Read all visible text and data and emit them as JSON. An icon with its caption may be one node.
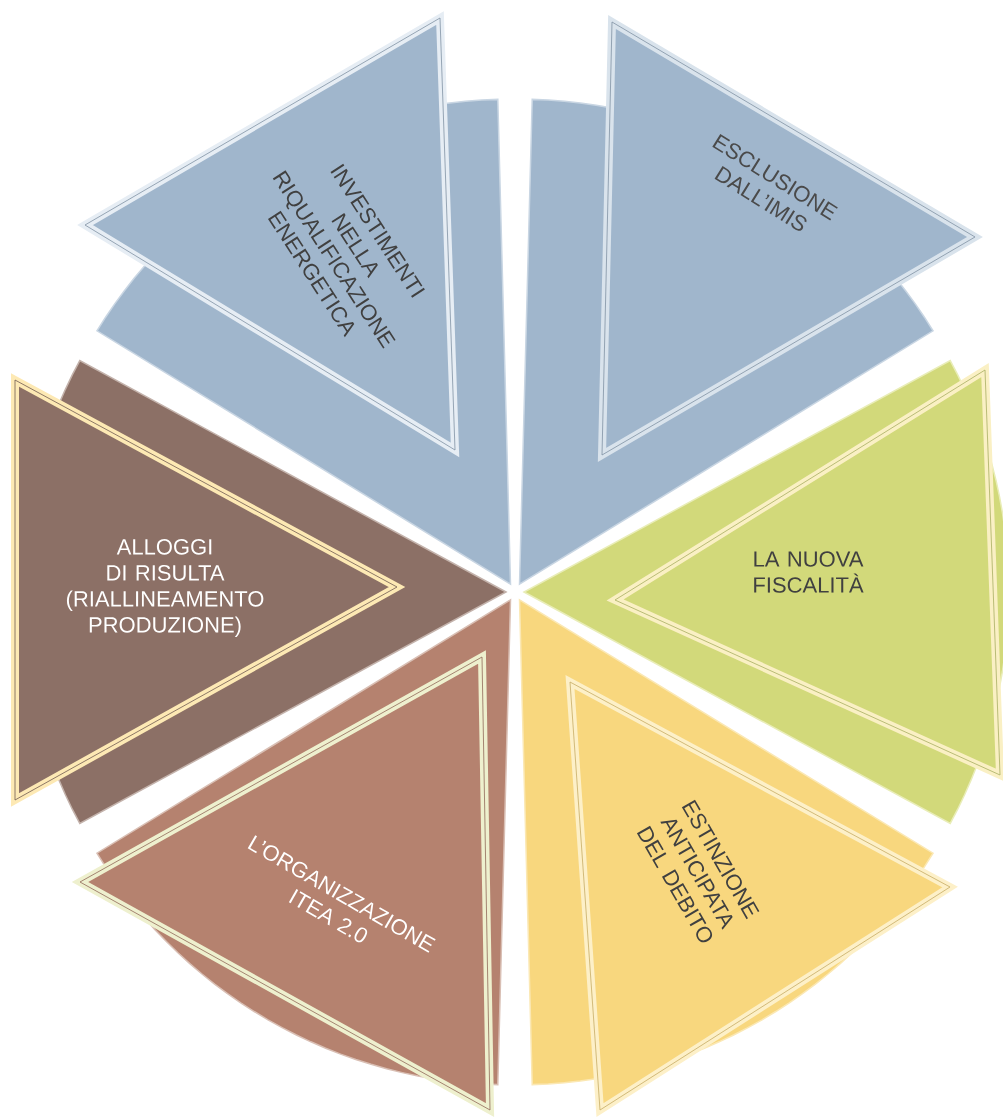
{
  "diagram": {
    "nodes": [
      {
        "text": [
          "INVESTIMENTI NELLA RIQUALIFICAZIONE ENERGETICA"
        ]
      },
      {
        "text": [
          "ESCLUSIONE DALL’IMIS"
        ]
      },
      {
        "text": [
          "LA NUOVA FISCALITÀ"
        ]
      },
      {
        "text": [
          "ESTINZIONE ANTICIPATA DEL DEBITO"
        ]
      },
      {
        "text": [
          "L’ORGANIZZAZIONE ITEA 2.0"
        ]
      },
      {
        "text": [
          "ALLOGGI DI RISULTA (RIALLINEAMENTO PRODUZIONE)"
        ]
      }
    ]
  }
}
